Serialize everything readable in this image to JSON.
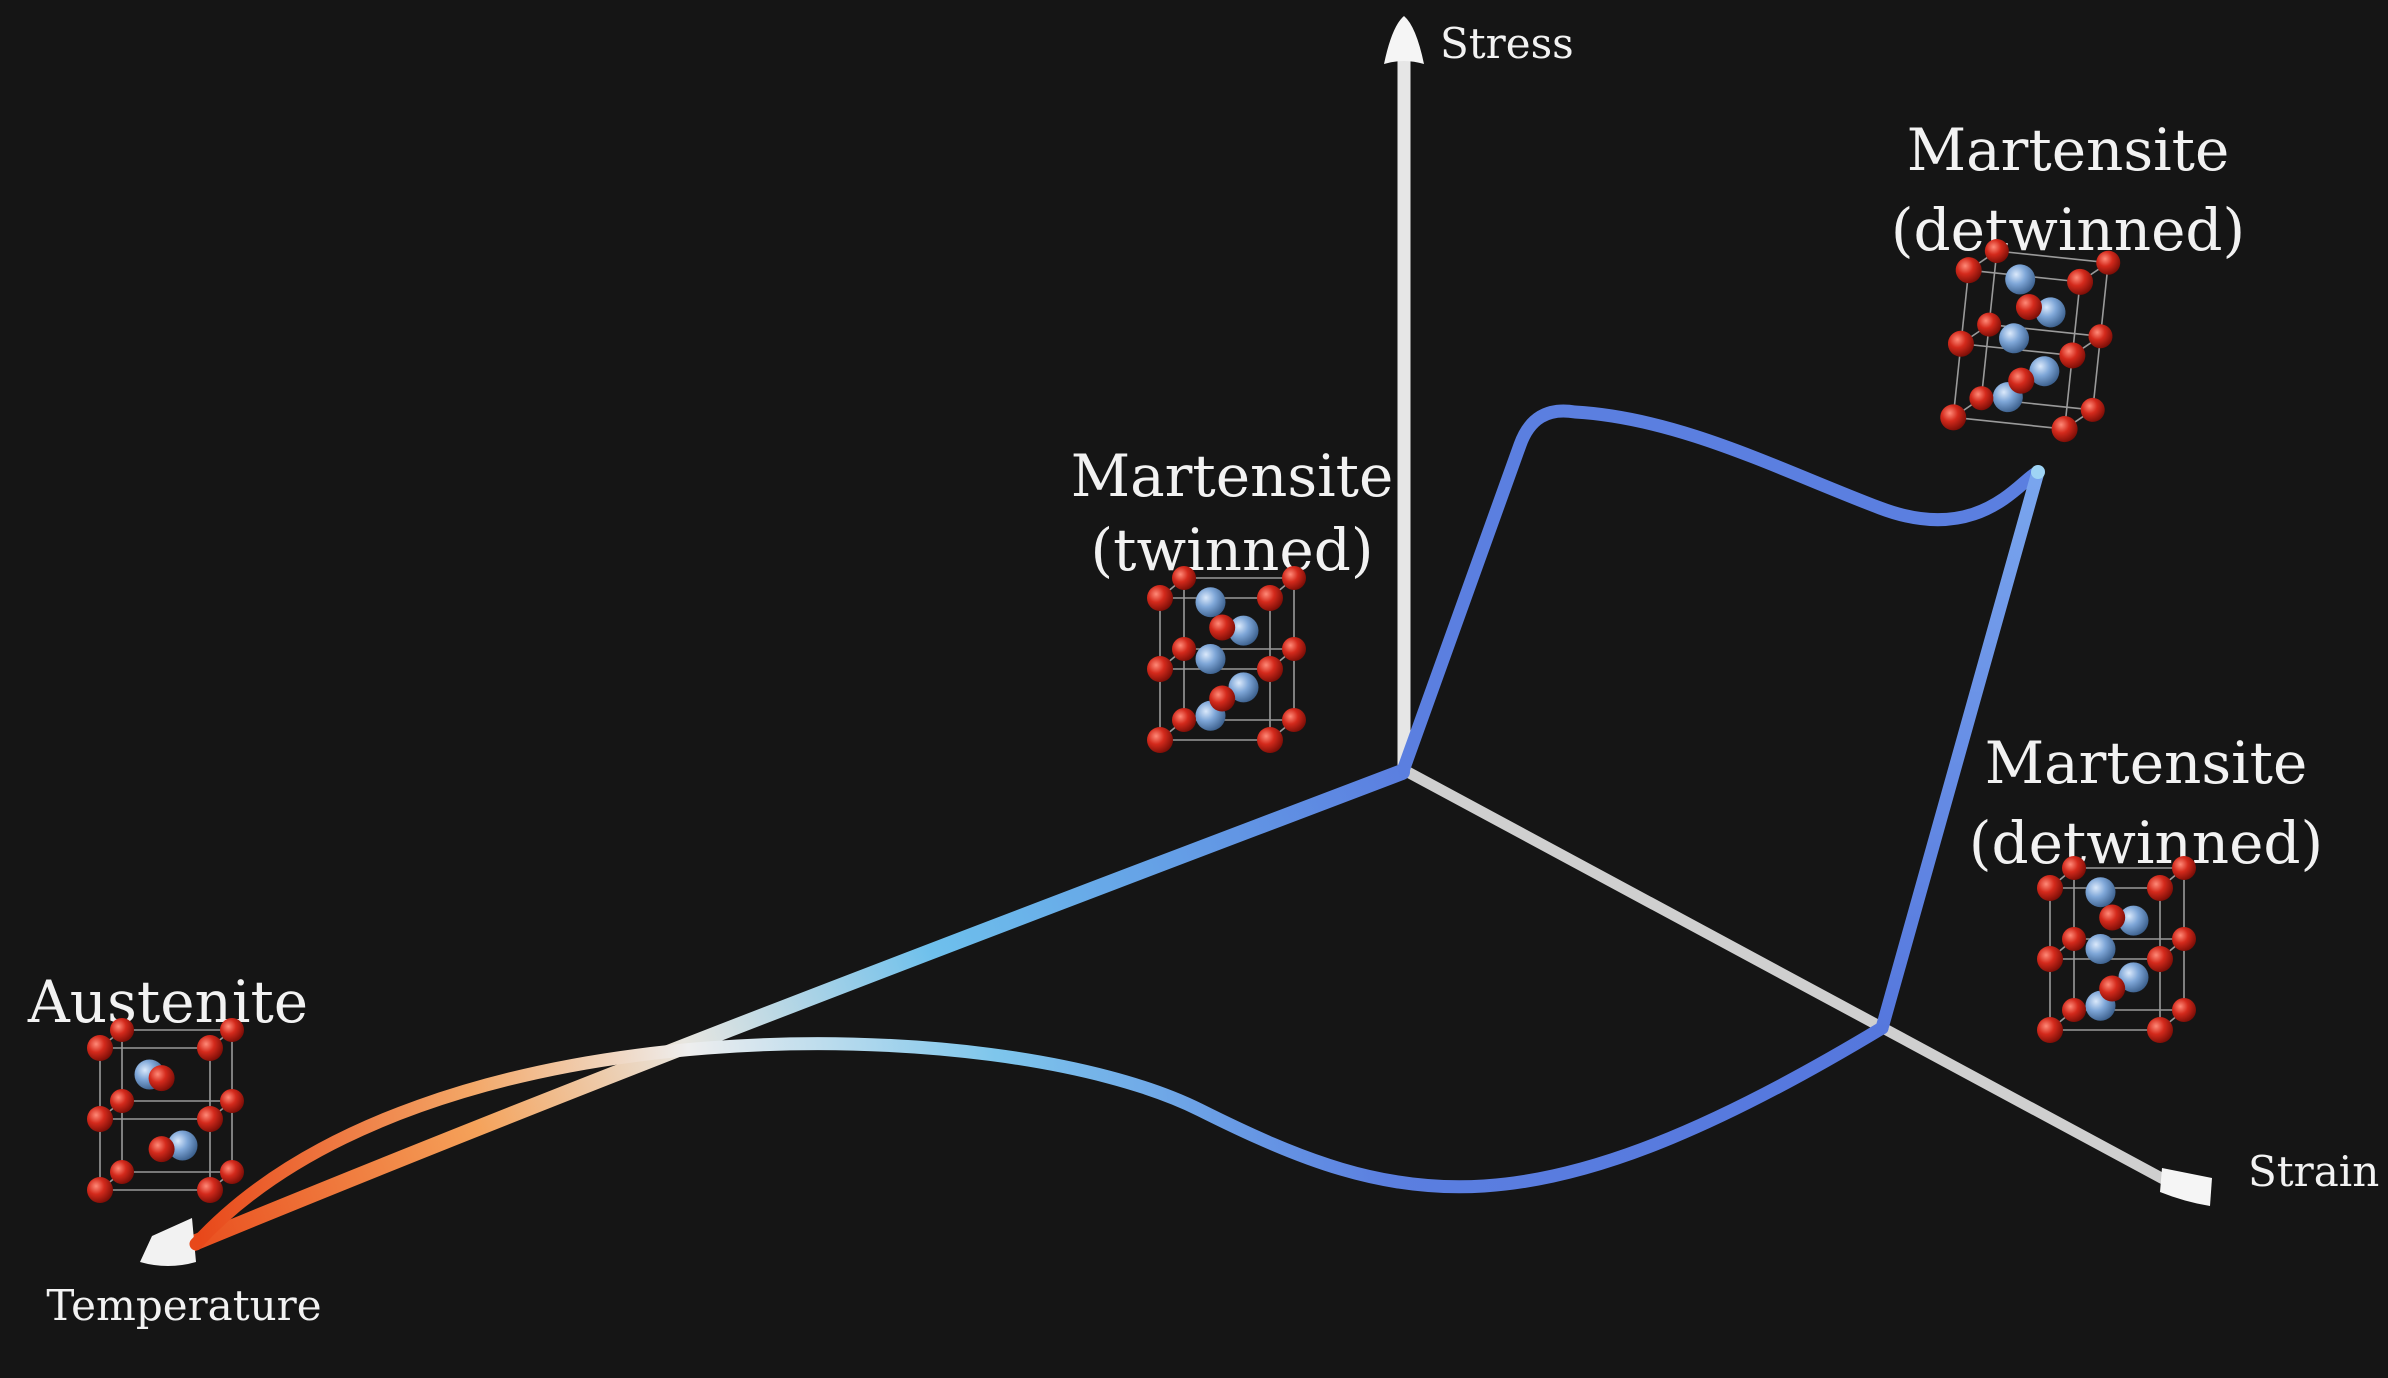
{
  "axes": {
    "stress": "Stress",
    "strain": "Strain",
    "temperature": "Temperature"
  },
  "phases": {
    "austenite": "Austenite",
    "twinned": {
      "line1": "Martensite",
      "line2": "(twinned)"
    },
    "detwinned_top": {
      "line1": "Martensite",
      "line2": "(detwinned)"
    },
    "detwinned_right": {
      "line1": "Martensite",
      "line2": "(detwinned)"
    }
  },
  "colors": {
    "background": "#151515",
    "axis": "#e6e6e6",
    "path_blue": "#5b7fe0",
    "path_light_blue": "#6ab8ea",
    "path_orange": "#e8541e",
    "atom_red": "#d42a1c",
    "atom_blue": "#7fa7d8"
  }
}
